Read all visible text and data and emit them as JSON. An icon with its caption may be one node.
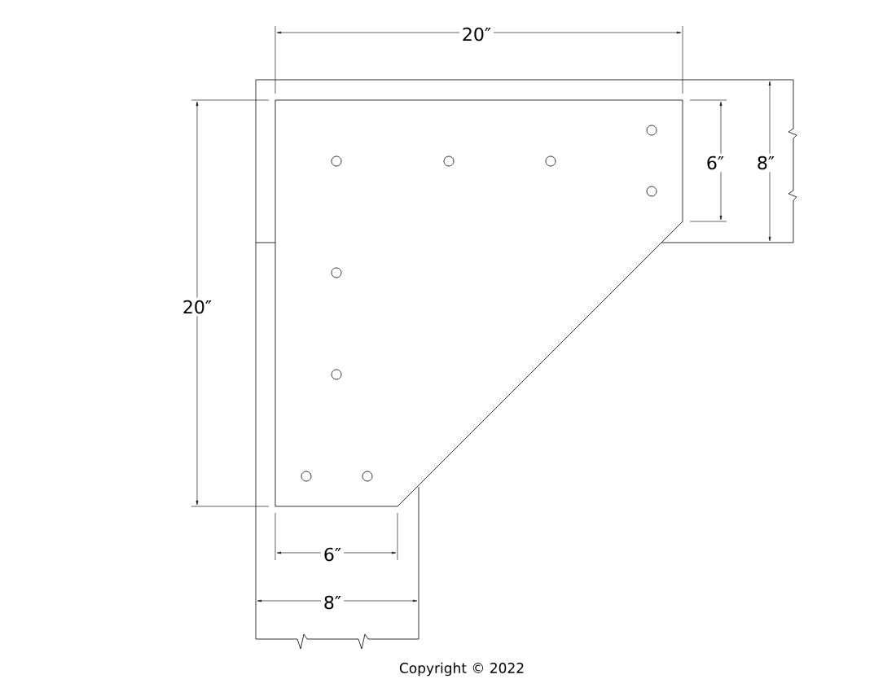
{
  "diagram": {
    "labels": [
      "20″",
      "6″",
      "8″",
      "20″",
      "6″",
      "8″",
      "Copyright © 2022"
    ]
  }
}
